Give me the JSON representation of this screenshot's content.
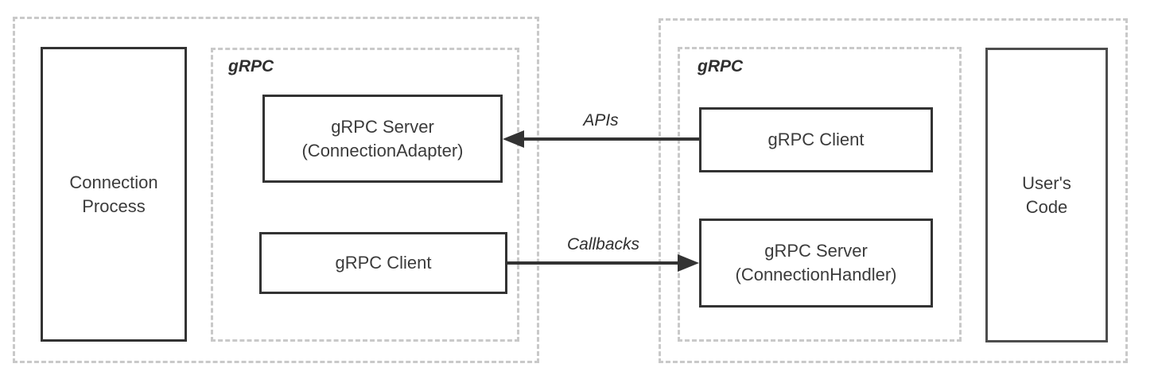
{
  "diagram": {
    "left_group": {
      "process_box": {
        "line1": "Connection",
        "line2": "Process"
      },
      "grpc_label": "gRPC",
      "adapter_box": {
        "line1": "gRPC Server",
        "line2": "(ConnectionAdapter)"
      },
      "client_box": {
        "label": "gRPC Client"
      }
    },
    "right_group": {
      "grpc_label": "gRPC",
      "client_box": {
        "label": "gRPC Client"
      },
      "handler_box": {
        "line1": "gRPC Server",
        "line2": "(ConnectionHandler)"
      },
      "user_code_box": {
        "line1": "User's",
        "line2": "Code"
      }
    },
    "arrows": {
      "apis": {
        "label": "APIs",
        "direction": "left"
      },
      "callbacks": {
        "label": "Callbacks",
        "direction": "right"
      }
    },
    "colors": {
      "background": "#ffffff",
      "solid_border": "#333333",
      "user_code_border": "#4d4d4d",
      "dashed_border": "#c9c9c9",
      "text": "#3b3b3b",
      "arrow": "#333333"
    }
  }
}
